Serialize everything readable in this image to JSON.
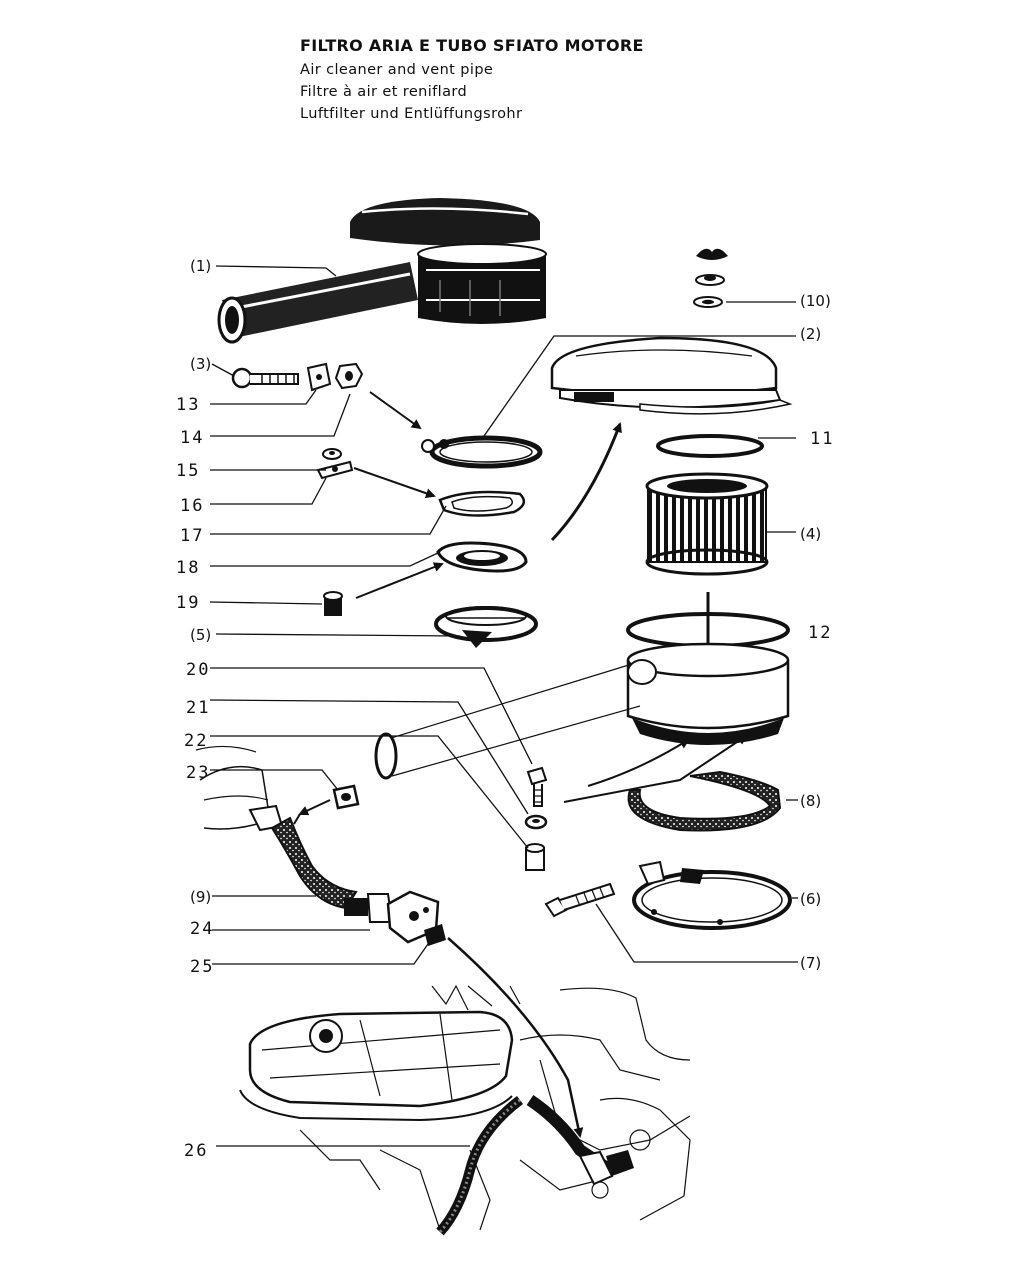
{
  "title": {
    "main": "FILTRO ARIA  E TUBO SFIATO MOTORE",
    "en": "Air cleaner and vent pipe",
    "fr": "Filtre à air et reniflard",
    "de": "Luftfilter und Entlüffungsrohr"
  },
  "labels": {
    "l1": "(1)",
    "l2": "(2)",
    "l3": "(3)",
    "l4": "(4)",
    "l5": "(5)",
    "l6": "(6)",
    "l7": "(7)",
    "l8": "(8)",
    "l9": "(9)",
    "l10": "(10)",
    "l11": "11",
    "l12": "12",
    "l13": "13",
    "l14": "14",
    "l15": "15",
    "l16": "16",
    "l17": "17",
    "l18": "18",
    "l19": "19",
    "l20": "20",
    "l21": "21",
    "l22": "22",
    "l23": "23",
    "l24": "24",
    "l25": "25",
    "l26": "26"
  }
}
